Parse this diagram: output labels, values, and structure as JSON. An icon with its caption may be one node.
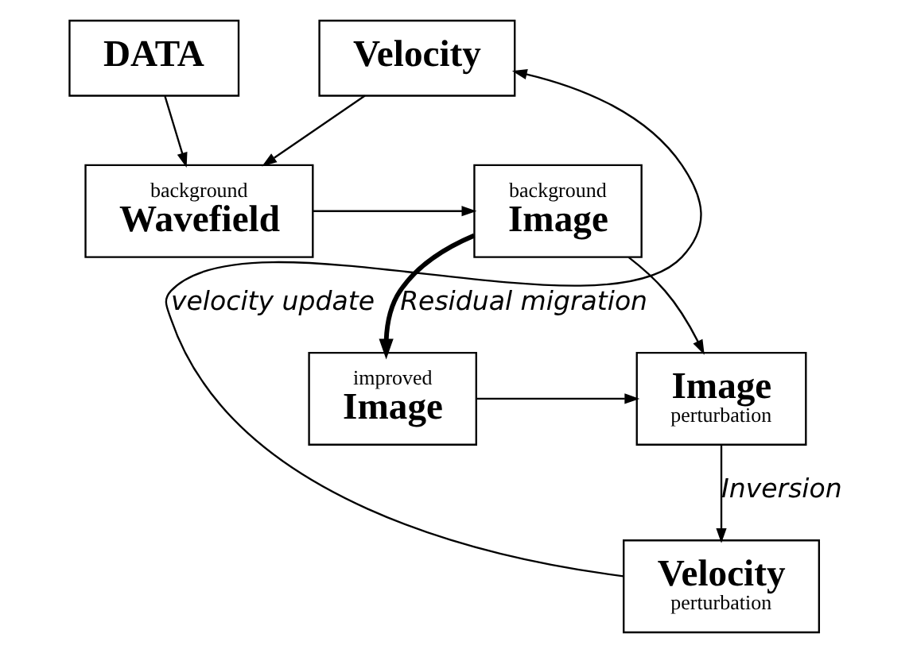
{
  "diagram": {
    "nodes": [
      {
        "text": [
          "DATA"
        ]
      },
      {
        "text": [
          "Velocity"
        ]
      },
      {
        "text": [
          "background",
          "Wavefield"
        ]
      },
      {
        "text": [
          "background",
          "Image"
        ]
      },
      {
        "text": [
          "improved",
          "Image"
        ]
      },
      {
        "text": [
          "Image",
          "perturbation"
        ]
      },
      {
        "text": [
          "Velocity",
          "perturbation"
        ]
      }
    ],
    "edges": [
      {
        "from": 0,
        "to": 2,
        "arrow": "to"
      },
      {
        "from": 1,
        "to": 2,
        "arrow": "to"
      },
      {
        "from": 6,
        "to": 1,
        "arrow": "to",
        "label": "velocity update"
      },
      {
        "from": 2,
        "to": 3,
        "arrow": "to"
      },
      {
        "from": 3,
        "to": 4,
        "arrow": "to",
        "label": "Residual migration",
        "style": "thick"
      },
      {
        "from": 3,
        "to": 5,
        "arrow": "to"
      },
      {
        "from": 4,
        "to": 5,
        "arrow": "to"
      },
      {
        "from": 5,
        "to": 6,
        "arrow": "to",
        "label": "Inversion"
      }
    ]
  }
}
